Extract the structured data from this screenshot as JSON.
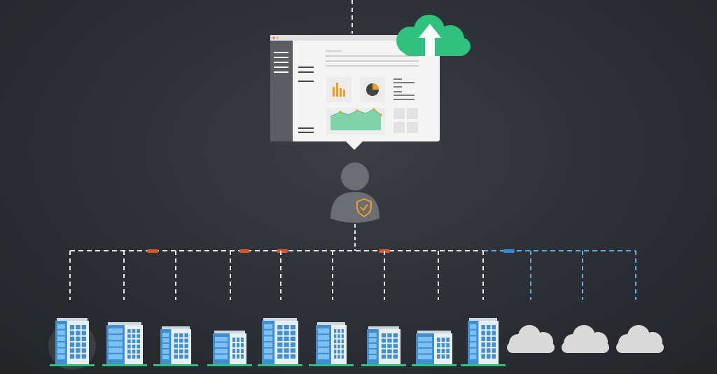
{
  "colors": {
    "background": "#2e3136",
    "cloud_upload": "#2ec27e",
    "dashboard_sidebar": "#5a5d62",
    "dashboard_panel": "#f4f4f4",
    "chart_orange": "#f39c1f",
    "area_green": "#7fd3a8",
    "user_gray": "#6b6e73",
    "shield_orange": "#f39c1f",
    "connector_white": "#e8e8e8",
    "connector_blue": "#58b4e8",
    "segment_orange": "#e2552b",
    "segment_blue": "#2e8fd6",
    "building_blue": "#3d8fd0",
    "building_light": "#e9eef2",
    "ground_green": "#2ec27e",
    "cloud_gray": "#d9d9d9"
  },
  "icons": {
    "upload": "cloud-upload-icon",
    "user": "user-icon",
    "shield": "shield-check-icon",
    "bar_chart": "bar-chart-icon",
    "pie_chart": "pie-chart-icon",
    "area_chart": "area-chart-icon",
    "building": "building-icon",
    "cloud": "cloud-icon"
  },
  "sites": [
    {
      "kind": "building",
      "variant": 1
    },
    {
      "kind": "building",
      "variant": 2
    },
    {
      "kind": "building",
      "variant": 3
    },
    {
      "kind": "building",
      "variant": 4
    },
    {
      "kind": "building",
      "variant": 5
    },
    {
      "kind": "building",
      "variant": 6
    },
    {
      "kind": "building",
      "variant": 7
    },
    {
      "kind": "building",
      "variant": 8
    },
    {
      "kind": "building",
      "variant": 9
    },
    {
      "kind": "cloud",
      "variant": 1
    },
    {
      "kind": "cloud",
      "variant": 2
    },
    {
      "kind": "cloud",
      "variant": 3
    }
  ]
}
